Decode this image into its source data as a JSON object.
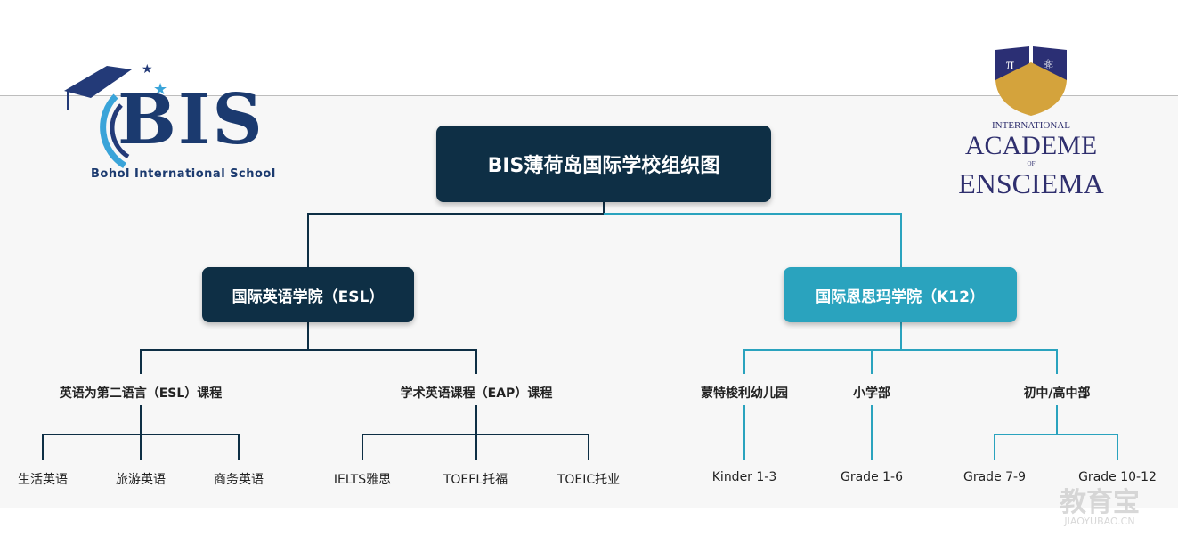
{
  "title": "BIS薄荷岛国际学校组织图",
  "colors": {
    "dark": "#0e2f45",
    "teal": "#2aa3be"
  },
  "logos": {
    "left": {
      "text": "BIS",
      "subtitle": "Bohol International School"
    },
    "right": {
      "line1": "INTERNATIONAL",
      "line2": "ACADEME",
      "line3": "OF",
      "line4": "ENSCIEMA"
    }
  },
  "esl": {
    "label": "国际英语学院（ESL）",
    "programs": [
      {
        "label": "英语为第二语言（ESL）课程",
        "courses": [
          "生活英语",
          "旅游英语",
          "商务英语"
        ]
      },
      {
        "label": "学术英语课程（EAP）课程",
        "courses": [
          "IELTS雅思",
          "TOEFL托福",
          "TOEIC托业"
        ]
      }
    ]
  },
  "k12": {
    "label": "国际恩思玛学院（K12）",
    "divisions": [
      {
        "label": "蒙特梭利幼儿园",
        "grades": [
          "Kinder 1-3"
        ]
      },
      {
        "label": "小学部",
        "grades": [
          "Grade 1-6"
        ]
      },
      {
        "label": "初中/高中部",
        "grades": [
          "Grade 7-9",
          "Grade 10-12"
        ]
      }
    ]
  },
  "watermark": {
    "cn": "教育宝",
    "en": "JIAOYUBAO.CN"
  }
}
